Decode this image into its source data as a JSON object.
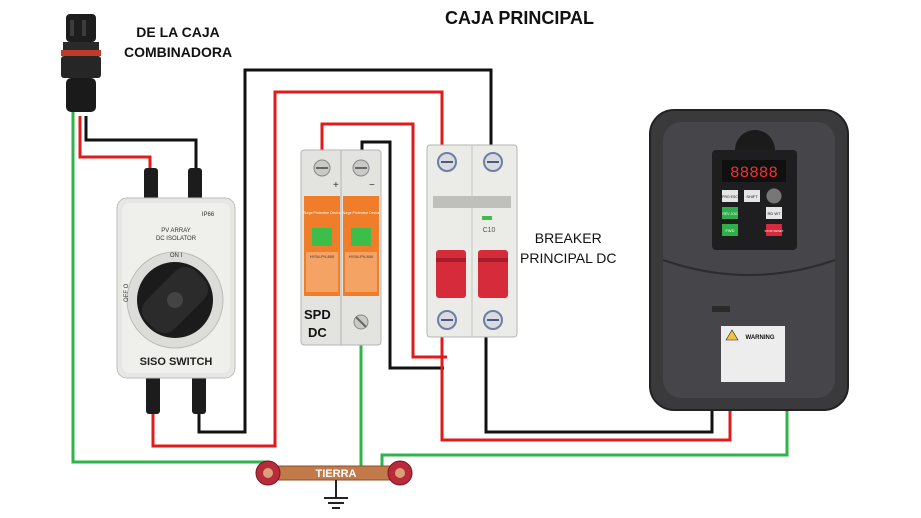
{
  "title": "CAJA PRINCIPAL",
  "source": {
    "line1": "DE LA CAJA",
    "line2": "COMBINADORA"
  },
  "isolator": {
    "name": "SISO SWITCH",
    "text_top1": "PV ARRAY",
    "text_top2": "DC ISOLATOR",
    "on": "ON I",
    "off": "OFF O",
    "rating": "IP66"
  },
  "spd": {
    "line1": "SPD",
    "line2": "DC",
    "brand": "Surge Protective Device",
    "model": "HY54-PV-800",
    "plus": "+",
    "minus": "−"
  },
  "breaker": {
    "line1": "BREAKER",
    "line2": "PRINCIPAL DC",
    "rating": "C10"
  },
  "vfd": {
    "display": "88888",
    "keys": [
      "PRG ESC",
      "SHIFT",
      "REV JOG",
      "RD WT",
      "FWD",
      "STOP RESET"
    ],
    "warning": "WARNING"
  },
  "ground": {
    "label": "TIERRA"
  },
  "colors": {
    "positive": "#e01b1b",
    "negative": "#111111",
    "ground": "#2fb34a",
    "spd": "#f07d2a"
  }
}
